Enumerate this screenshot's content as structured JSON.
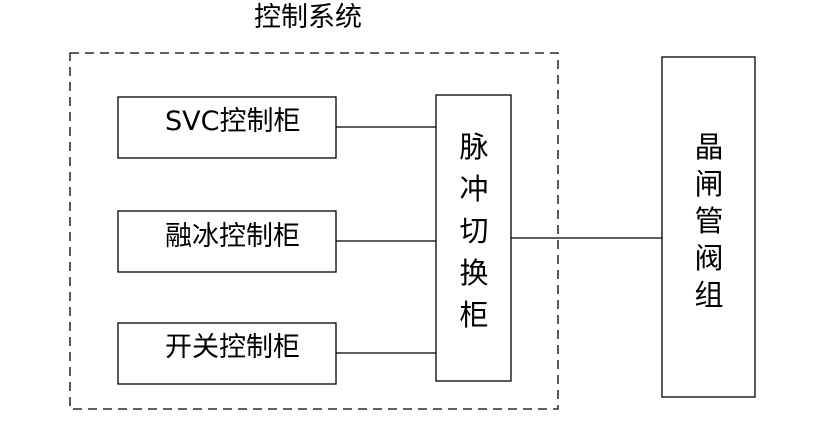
{
  "diagram": {
    "system_title": "控制系统",
    "cabinets": [
      {
        "label": "SVC控制柜"
      },
      {
        "label": "融冰控制柜"
      },
      {
        "label": "开关控制柜"
      }
    ],
    "switch_cabinet": {
      "label": "脉冲切换柜",
      "chars": [
        "脉",
        "冲",
        "切",
        "换",
        "柜"
      ]
    },
    "thyristor_valve": {
      "label": "晶闸管阀组",
      "chars": [
        "晶",
        "闸",
        "管",
        "阀",
        "组"
      ]
    }
  }
}
